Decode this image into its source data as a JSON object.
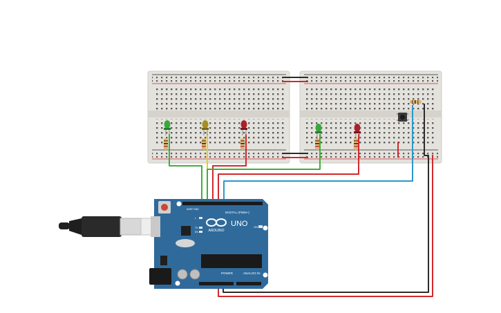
{
  "board": {
    "brand": "ARDUINO",
    "model": "UNO",
    "digital_label": "DIGITAL (PWM~)",
    "power_label": "POWER",
    "analog_label": "ANALOG IN",
    "on_label": "ON",
    "tx_label": "TX",
    "rx_label": "RX",
    "l_label": "L",
    "aref_label": "AREF",
    "gnd_label": "GND"
  },
  "colors": {
    "breadboard": "#e4e2dd",
    "board_blue": "#2f6a9b",
    "wire_green": "#3faf3a",
    "wire_yellow": "#e7cf1f",
    "wire_red": "#d2282d",
    "wire_blue": "#2b97c9",
    "wire_black": "#2b2b2b",
    "led_green": "#36a93a",
    "led_olive": "#a68f1f",
    "led_red": "#a9222a"
  },
  "components": [
    {
      "icon": "green-led-icon"
    },
    {
      "icon": "olive-led-icon"
    },
    {
      "icon": "red-led-icon"
    },
    {
      "icon": "green-led-icon"
    },
    {
      "icon": "red-led-icon"
    },
    {
      "icon": "pushbutton-icon"
    },
    {
      "icon": "resistor-icon"
    },
    {
      "icon": "usb-cable-icon"
    }
  ]
}
